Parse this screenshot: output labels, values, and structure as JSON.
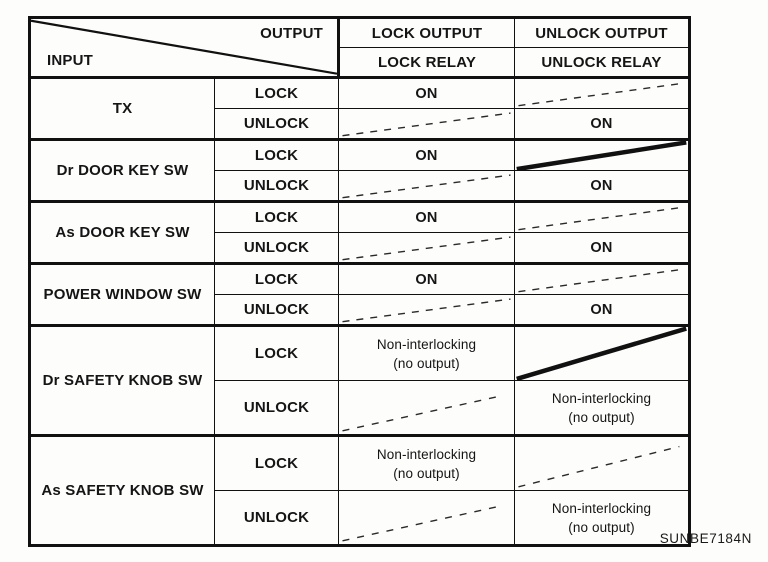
{
  "figure_code": "SUNBE7184N",
  "table": {
    "corner": {
      "output": "OUTPUT",
      "input": "INPUT"
    },
    "columns": {
      "lock": {
        "output": "LOCK OUTPUT",
        "relay": "LOCK RELAY"
      },
      "unlock": {
        "output": "UNLOCK OUTPUT",
        "relay": "UNLOCK RELAY"
      }
    },
    "groups": [
      {
        "input": "TX",
        "rows": [
          {
            "action": "LOCK",
            "lock": "ON",
            "unlock_na": "dashed-diagonal"
          },
          {
            "action": "UNLOCK",
            "lock_na": "dashed-diagonal",
            "unlock": "ON"
          }
        ]
      },
      {
        "input": "Dr DOOR KEY SW",
        "rows": [
          {
            "action": "LOCK",
            "lock": "ON",
            "unlock_na": "bold-solid-diagonal"
          },
          {
            "action": "UNLOCK",
            "lock_na": "dashed-diagonal",
            "unlock": "ON"
          }
        ]
      },
      {
        "input": "As DOOR KEY SW",
        "rows": [
          {
            "action": "LOCK",
            "lock": "ON",
            "unlock_na": "dashed-diagonal"
          },
          {
            "action": "UNLOCK",
            "lock_na": "dashed-diagonal",
            "unlock": "ON"
          }
        ]
      },
      {
        "input": "POWER WINDOW SW",
        "rows": [
          {
            "action": "LOCK",
            "lock": "ON",
            "unlock_na": "dashed-diagonal"
          },
          {
            "action": "UNLOCK",
            "lock_na": "dashed-diagonal",
            "unlock": "ON"
          }
        ]
      },
      {
        "input": "Dr SAFETY KNOB SW",
        "rows": [
          {
            "action": "LOCK",
            "lock_lines": [
              "Non-interlocking",
              "(no output)"
            ],
            "unlock_na": "bold-solid-diagonal"
          },
          {
            "action": "UNLOCK",
            "lock_na": "dashed-diagonal",
            "unlock_lines": [
              "Non-interlocking",
              "(no output)"
            ]
          }
        ]
      },
      {
        "input": "As SAFETY KNOB SW",
        "rows": [
          {
            "action": "LOCK",
            "lock_lines": [
              "Non-interlocking",
              "(no output)"
            ],
            "unlock_na": "dashed-diagonal"
          },
          {
            "action": "UNLOCK",
            "lock_na": "dashed-diagonal",
            "unlock_lines": [
              "Non-interlocking",
              "(no output)"
            ]
          }
        ]
      }
    ]
  }
}
